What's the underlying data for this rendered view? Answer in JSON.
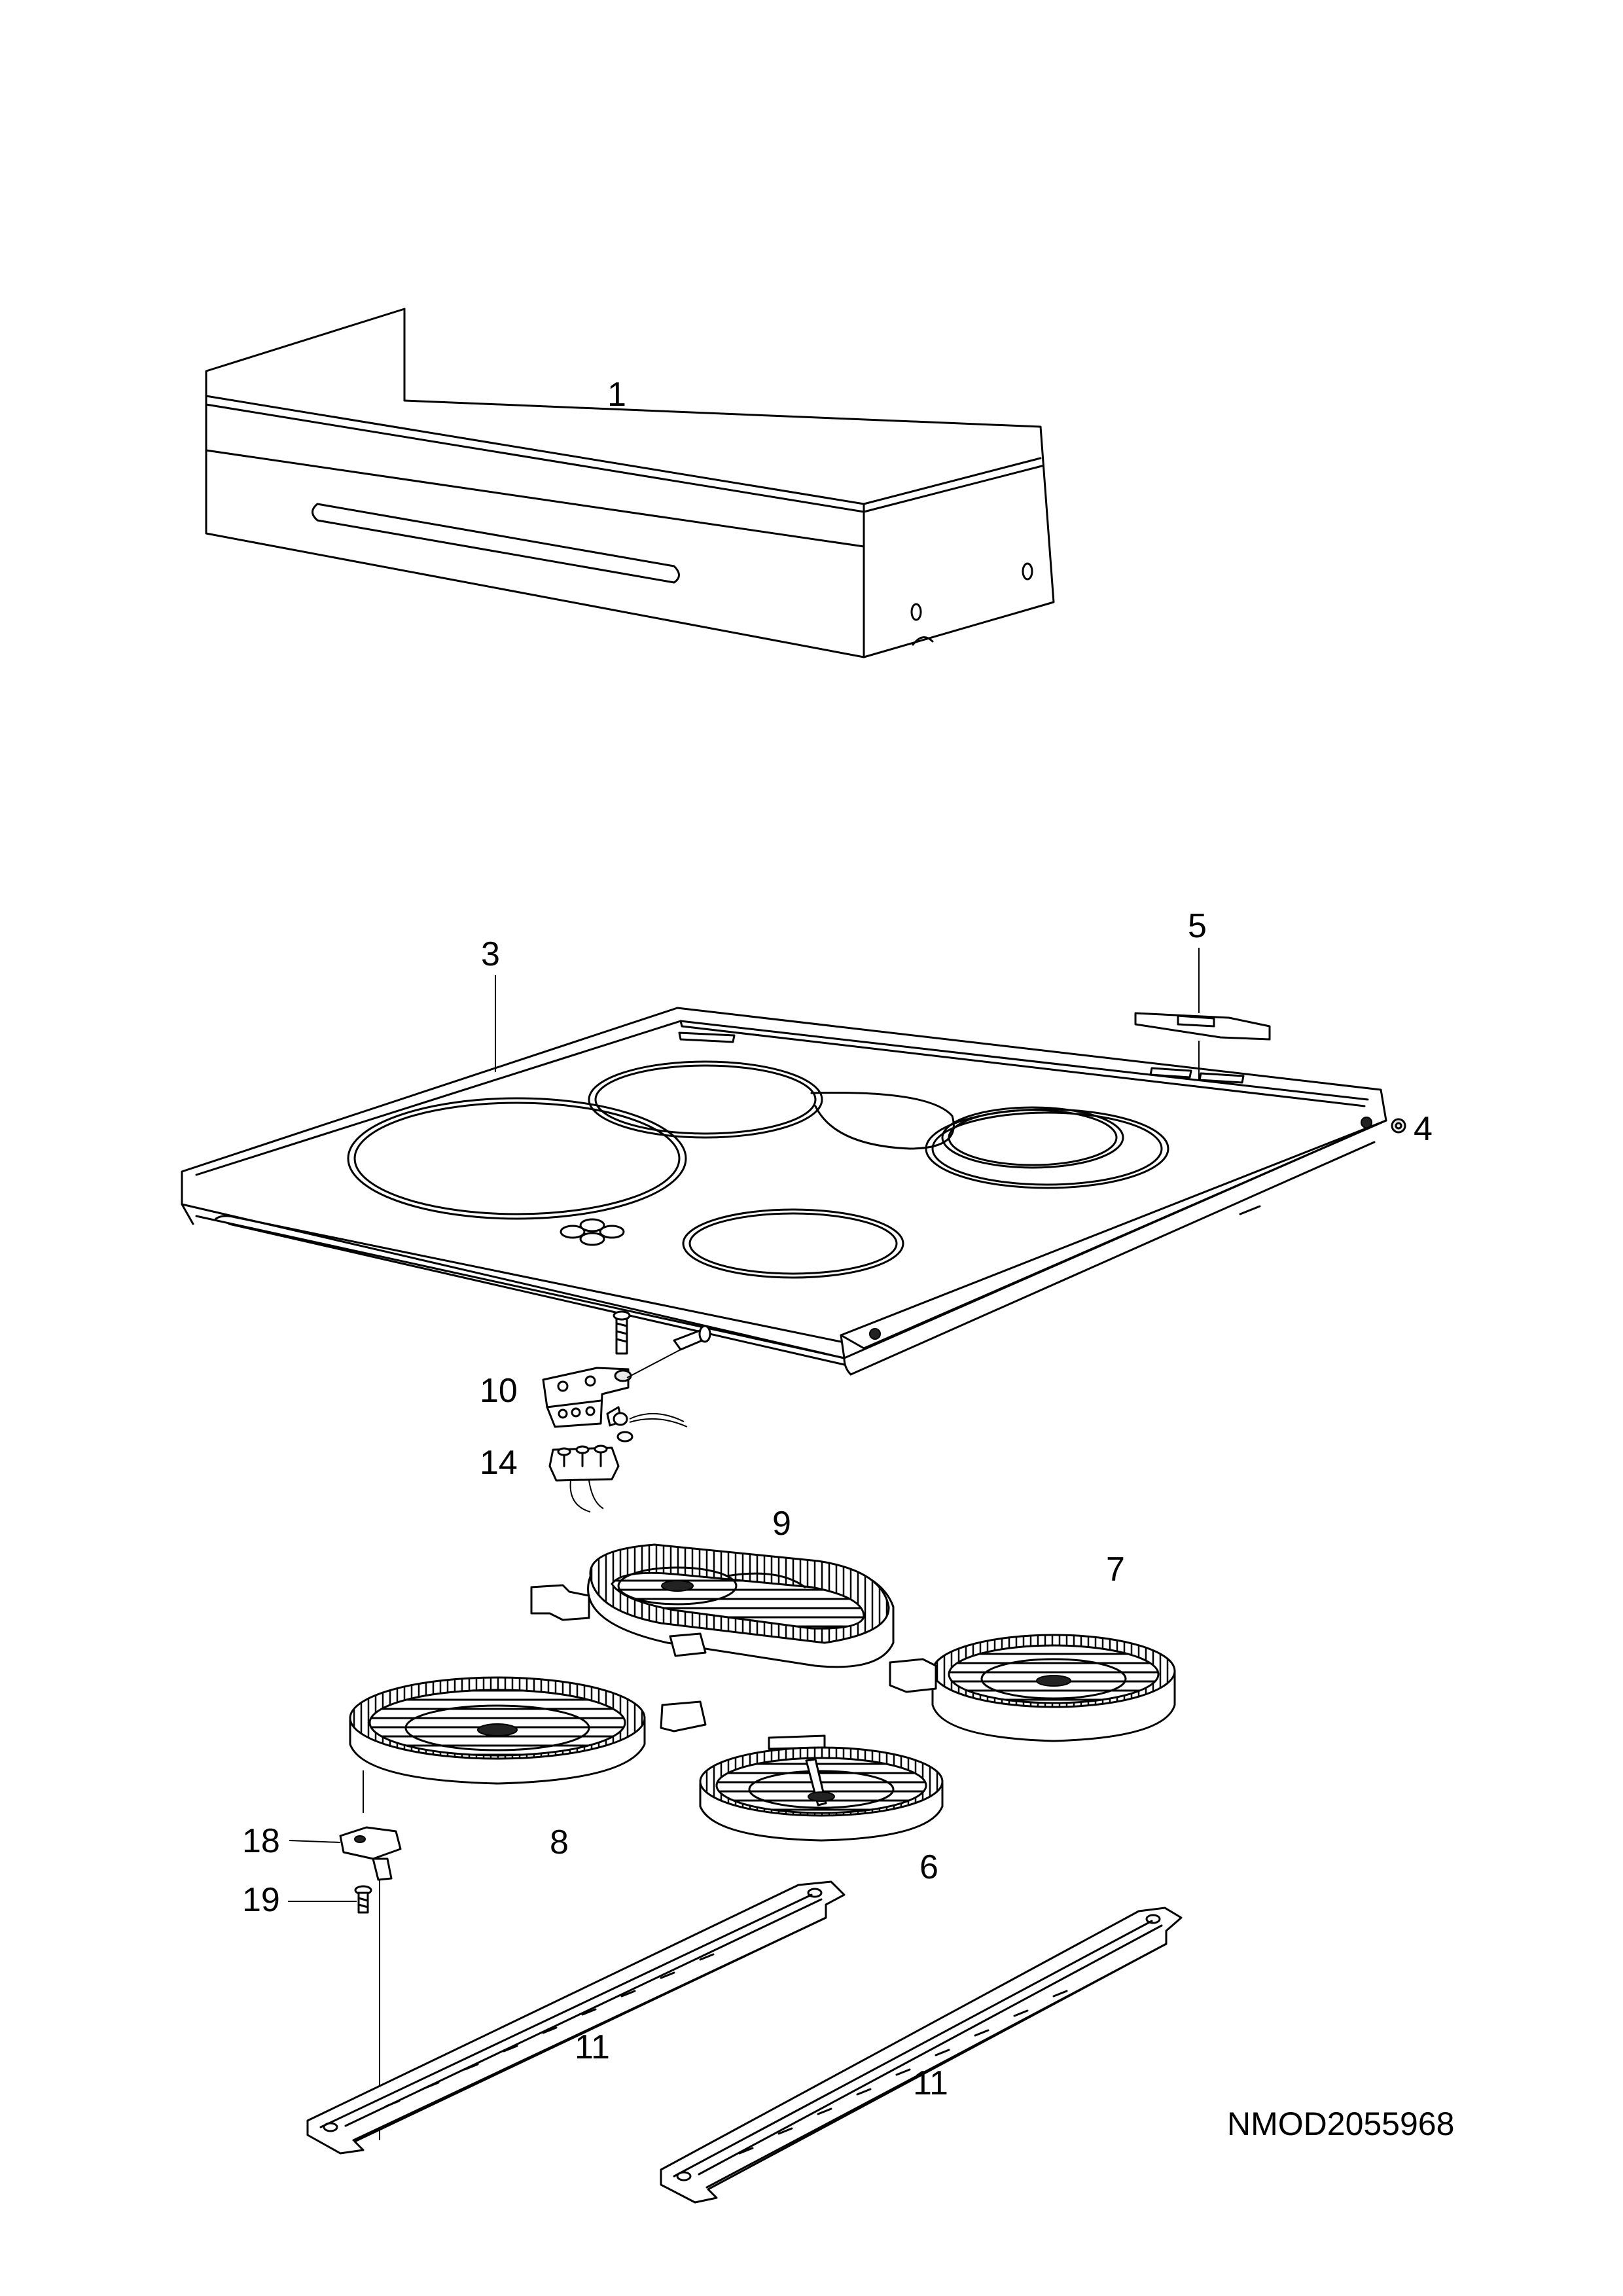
{
  "labels": {
    "p1": "1",
    "p3": "3",
    "p4": "4",
    "p5": "5",
    "p6": "6",
    "p7": "7",
    "p8": "8",
    "p9": "9",
    "p10": "10",
    "p11a": "11",
    "p11b": "11",
    "p14": "14",
    "p18": "18",
    "p19": "19"
  },
  "drawing_code": "NMOD2055968"
}
